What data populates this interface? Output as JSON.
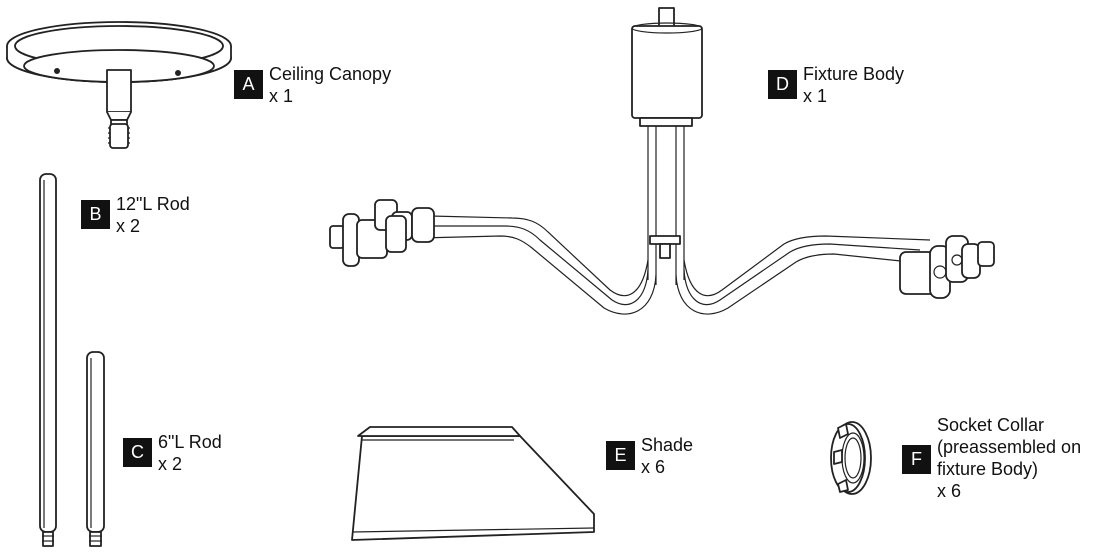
{
  "parts": [
    {
      "letter": "A",
      "name": "Ceiling Canopy",
      "qty": "x 1"
    },
    {
      "letter": "B",
      "name": "12\"L Rod",
      "qty": "x 2"
    },
    {
      "letter": "C",
      "name": "6\"L Rod",
      "qty": "x 2"
    },
    {
      "letter": "D",
      "name": "Fixture Body",
      "qty": "x 1"
    },
    {
      "letter": "E",
      "name": "Shade",
      "qty": "x 6"
    },
    {
      "letter": "F",
      "name": "Socket Collar",
      "name_line2": "(preassembled on",
      "name_line3": "fixture Body)",
      "qty": "x 6"
    }
  ]
}
